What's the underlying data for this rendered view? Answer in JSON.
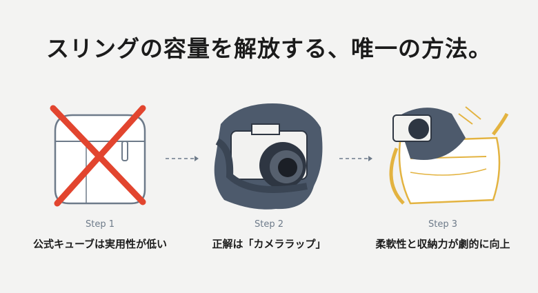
{
  "title": "スリングの容量を解放する、唯一の方法。",
  "colors": {
    "cross": "#e2452f",
    "wrap": "#4d5a6c",
    "bag": "#e3b340",
    "line": "#6d7a89"
  },
  "steps": [
    {
      "label": "Step 1",
      "caption": "公式キューブは実用性が低い"
    },
    {
      "label": "Step 2",
      "caption": "正解は「カメララップ」"
    },
    {
      "label": "Step 3",
      "caption": "柔軟性と収納力が劇的に向上"
    }
  ]
}
